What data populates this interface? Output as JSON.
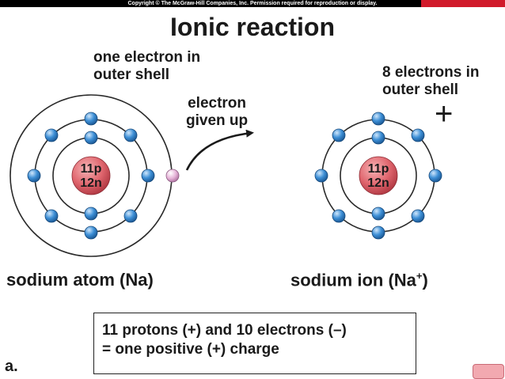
{
  "header": {
    "copyright": "Copyright © The McGraw-Hill Companies, Inc. Permission required for reproduction or display."
  },
  "title": "Ionic reaction",
  "atom": {
    "shell_label_line1": "one electron in",
    "shell_label_line2": "outer shell",
    "nucleus_protons": "11p",
    "nucleus_neutrons": "12n",
    "name": "sodium atom (Na)"
  },
  "arrow": {
    "label_line1": "electron",
    "label_line2": "given up"
  },
  "ion": {
    "shell_label_line1": "8 electrons in",
    "shell_label_line2": "outer shell",
    "charge_symbol": "+",
    "nucleus_protons": "11p",
    "nucleus_neutrons": "12n",
    "name_prefix": "sodium ion (Na",
    "name_sup": "+",
    "name_suffix": ")"
  },
  "summary": {
    "line1": "11 protons (+) and 10 electrons (–)",
    "line2": "= one positive (+) charge"
  },
  "panel_letter": "a.",
  "colors": {
    "nucleus_fill": "#e0666e",
    "electron_fill": "#3d8fd6",
    "given_electron_fill": "#e6b3d8",
    "orbit_stroke": "#2a2a2a",
    "header_bar": "#000000"
  }
}
